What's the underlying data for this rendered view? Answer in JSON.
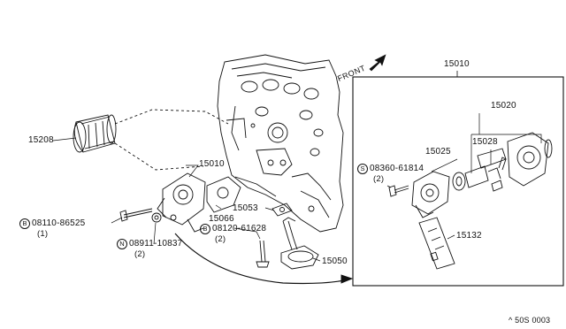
{
  "diagram": {
    "front_label": "FRONT",
    "footer_code": "^ 50S 0003",
    "detail_box_part": "15010",
    "parts": {
      "oil_filter": "15208",
      "pump_main": "15010",
      "gasket": "15066",
      "strainer_gasket": "15053",
      "strainer": "15050",
      "detail_pump_body": "15025",
      "detail_regulator_group": "15020",
      "detail_valve": "15028",
      "detail_kit": "15132"
    },
    "fasteners": {
      "bolt_a": {
        "mark": "B",
        "number": "08110-86525",
        "qty": "(1)"
      },
      "nut_n": {
        "mark": "N",
        "number": "08911-10837",
        "qty": "(2)"
      },
      "bolt_b": {
        "mark": "B",
        "number": "08120-61628",
        "qty": "(2)"
      },
      "screw_s": {
        "mark": "S",
        "number": "08360-61814",
        "qty": "(2)"
      }
    }
  }
}
